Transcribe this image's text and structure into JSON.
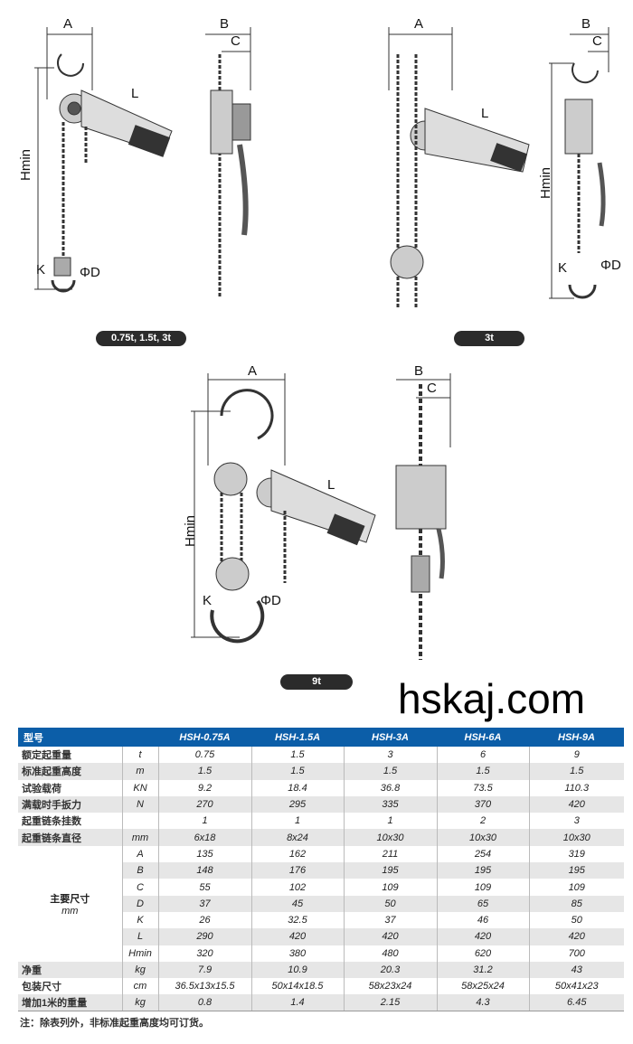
{
  "diagrams": {
    "d1": {
      "A": "A",
      "L": "L",
      "Hmin": "Hmin",
      "K": "K",
      "D": "ΦD",
      "caption": "0.75t, 1.5t, 3t"
    },
    "d1side": {
      "B": "B",
      "C": "C"
    },
    "d2": {
      "A": "A",
      "L": "L",
      "caption": "3t"
    },
    "d2side": {
      "B": "B",
      "C": "C",
      "Hmin": "Hmin",
      "K": "K",
      "D": "ΦD"
    },
    "d3": {
      "A": "A",
      "L": "L",
      "Hmin": "Hmin",
      "K": "K",
      "D": "ΦD",
      "caption": "9t"
    },
    "d3side": {
      "B": "B",
      "C": "C"
    }
  },
  "table": {
    "header": [
      "型号",
      "HSH-0.75A",
      "HSH-1.5A",
      "HSH-3A",
      "HSH-6A",
      "HSH-9A"
    ],
    "rows": [
      {
        "name": "额定起重量",
        "unit": "t",
        "values": [
          "0.75",
          "1.5",
          "3",
          "6",
          "9"
        ]
      },
      {
        "name": "标准起重高度",
        "unit": "m",
        "values": [
          "1.5",
          "1.5",
          "1.5",
          "1.5",
          "1.5"
        ]
      },
      {
        "name": "试验载荷",
        "unit": "KN",
        "values": [
          "9.2",
          "18.4",
          "36.8",
          "73.5",
          "110.3"
        ]
      },
      {
        "name": "满载时手扳力",
        "unit": "N",
        "values": [
          "270",
          "295",
          "335",
          "370",
          "420"
        ]
      },
      {
        "name": "起重链条挂数",
        "unit": "",
        "values": [
          "1",
          "1",
          "1",
          "2",
          "3"
        ]
      },
      {
        "name": "起重链条直径",
        "unit": "mm",
        "values": [
          "6x18",
          "8x24",
          "10x30",
          "10x30",
          "10x30"
        ]
      }
    ],
    "dim_group": {
      "name": "主要尺寸",
      "unit": "mm"
    },
    "dim_rows": [
      {
        "unit": "A",
        "values": [
          "135",
          "162",
          "211",
          "254",
          "319"
        ]
      },
      {
        "unit": "B",
        "values": [
          "148",
          "176",
          "195",
          "195",
          "195"
        ]
      },
      {
        "unit": "C",
        "values": [
          "55",
          "102",
          "109",
          "109",
          "109"
        ]
      },
      {
        "unit": "D",
        "values": [
          "37",
          "45",
          "50",
          "65",
          "85"
        ]
      },
      {
        "unit": "K",
        "values": [
          "26",
          "32.5",
          "37",
          "46",
          "50"
        ]
      },
      {
        "unit": "L",
        "values": [
          "290",
          "420",
          "420",
          "420",
          "420"
        ]
      },
      {
        "unit": "Hmin",
        "values": [
          "320",
          "380",
          "480",
          "620",
          "700"
        ]
      }
    ],
    "tail_rows": [
      {
        "name": "净重",
        "unit": "kg",
        "values": [
          "7.9",
          "10.9",
          "20.3",
          "31.2",
          "43"
        ]
      },
      {
        "name": "包装尺寸",
        "unit": "cm",
        "values": [
          "36.5x13x15.5",
          "50x14x18.5",
          "58x23x24",
          "58x25x24",
          "50x41x23"
        ]
      },
      {
        "name": "增加1米的重量",
        "unit": "kg",
        "values": [
          "0.8",
          "1.4",
          "2.15",
          "4.3",
          "6.45"
        ]
      }
    ]
  },
  "note": "注：除表列外，非标准起重高度均可订货。",
  "watermark": "hskaj.com"
}
